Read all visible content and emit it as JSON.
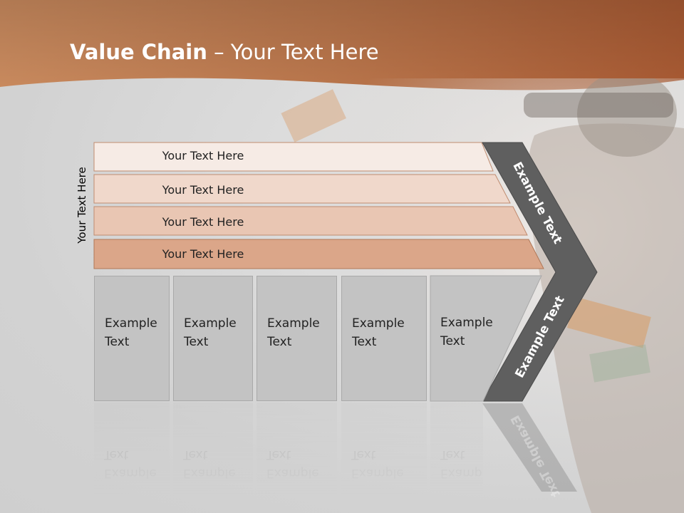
{
  "slide": {
    "title_bold": "Value Chain",
    "title_rest": " – Your Text Here",
    "side_label": "Your Text Here"
  },
  "bars": [
    {
      "label": "Your Text Here",
      "color": "#f6ebe5"
    },
    {
      "label": "Your Text Here",
      "color": "#f0d8cb"
    },
    {
      "label": "Your Text Here",
      "color": "#e9c6b3"
    },
    {
      "label": "Your Text Here",
      "color": "#dba689"
    }
  ],
  "boxes": [
    {
      "line1": "Example",
      "line2": "Text"
    },
    {
      "line1": "Example",
      "line2": "Text"
    },
    {
      "line1": "Example",
      "line2": "Text"
    },
    {
      "line1": "Example",
      "line2": "Text"
    },
    {
      "line1": "Example",
      "line2": "Text"
    }
  ],
  "chevron": {
    "upper_label": "Example Text",
    "lower_label": "Example Text",
    "color": "#5f5f5f"
  },
  "colors": {
    "header": "#b2653b",
    "accent": "#c07048"
  }
}
